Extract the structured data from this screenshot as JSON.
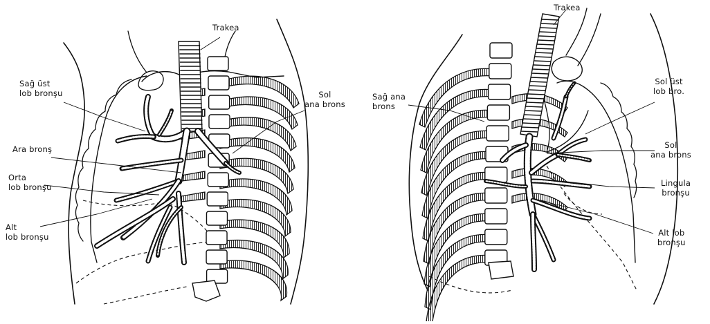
{
  "front_view": {
    "trachea": "Trakea",
    "right_upper_lobe_bronchus": "Sağ üst\nlob bronşu",
    "intermediate_bronchus": "Ara bronş",
    "middle_lobe_bronchus": "Orta\nlob bronşu",
    "lower_lobe_bronchus": "Alt\nlob bronşu",
    "left_main_bronchus": "Sol\nana brons"
  },
  "back_view": {
    "trachea": "Trakea",
    "right_main_bronchus": "Sağ ana\nbrons",
    "left_upper_lobe_bronchus": "Sol üst\nlob bro.",
    "left_main_bronchus": "Sol\nana brons",
    "lingula_bronchus": "Lingula\nbronşu",
    "lower_lobe_bronchus": "Alt lob\nbronşu"
  }
}
